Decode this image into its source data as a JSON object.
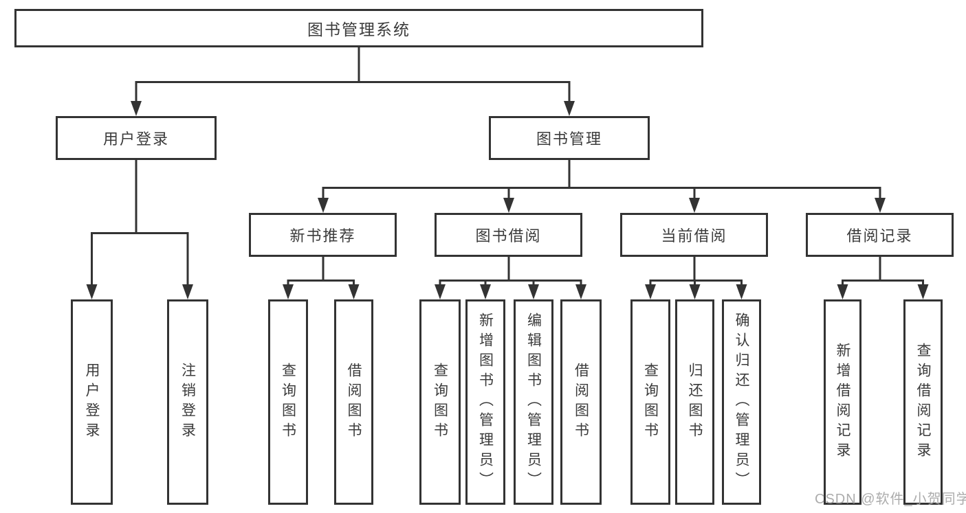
{
  "tree": {
    "label": "图书管理系统",
    "children": [
      {
        "label": "用户登录",
        "children": [
          {
            "label": "用户登录"
          },
          {
            "label": "注销登录"
          }
        ]
      },
      {
        "label": "图书管理",
        "children": [
          {
            "label": "新书推荐",
            "children": [
              {
                "label": "查询图书"
              },
              {
                "label": "借阅图书"
              }
            ]
          },
          {
            "label": "图书借阅",
            "children": [
              {
                "label": "查询图书"
              },
              {
                "label": "新增图书（管理员）"
              },
              {
                "label": "编辑图书（管理员）"
              },
              {
                "label": "借阅图书"
              }
            ]
          },
          {
            "label": "当前借阅",
            "children": [
              {
                "label": "查询图书"
              },
              {
                "label": "归还图书"
              },
              {
                "label": "确认归还（管理员）"
              }
            ]
          },
          {
            "label": "借阅记录",
            "children": [
              {
                "label": "新增借阅记录"
              },
              {
                "label": "查询借阅记录"
              }
            ]
          }
        ]
      }
    ]
  },
  "watermark": {
    "text": "CSDN @软件_小贺同学"
  },
  "colors": {
    "line": "#333333",
    "box_border": "#333333",
    "text": "#3b3b3b",
    "watermark_text": "#a5a5a5",
    "background": "#ffffff"
  }
}
